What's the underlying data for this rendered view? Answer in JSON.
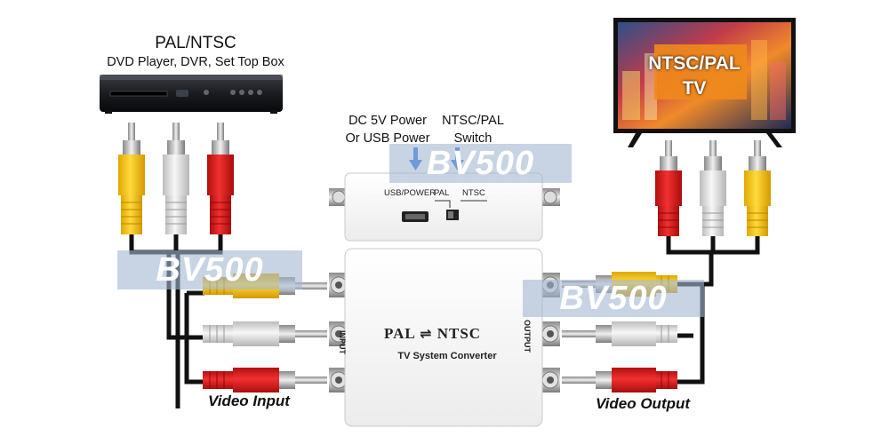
{
  "source": {
    "title": "PAL/NTSC",
    "subtitle": "DVD Player, DVR, Set Top Box"
  },
  "tv": {
    "screen_text_line1": "NTSC/PAL",
    "screen_text_line2": "TV"
  },
  "top_labels": {
    "power_line1": "DC 5V Power",
    "power_line2": "Or USB Power",
    "switch_line1": "NTSC/PAL",
    "switch_line2": "Switch"
  },
  "device": {
    "usb_port_label": "USB/POWER",
    "switch_pal_label": "PAL",
    "switch_ntsc_label": "NTSC",
    "input_side_label": "INPUT",
    "output_side_label": "OUTPUT",
    "main_left": "PAL",
    "main_arrow": "⇌",
    "main_right": "NTSC",
    "subtitle": "TV System Converter"
  },
  "watermark": "BV500",
  "bottom_labels": {
    "video_input": "Video Input",
    "video_output": "Video Output"
  },
  "colors": {
    "rca_yellow": "#f1c40f",
    "rca_white": "#e8e8e8",
    "rca_red": "#d91f1f",
    "arrow_blue": "#1e6fe0",
    "cable": "#111111"
  }
}
